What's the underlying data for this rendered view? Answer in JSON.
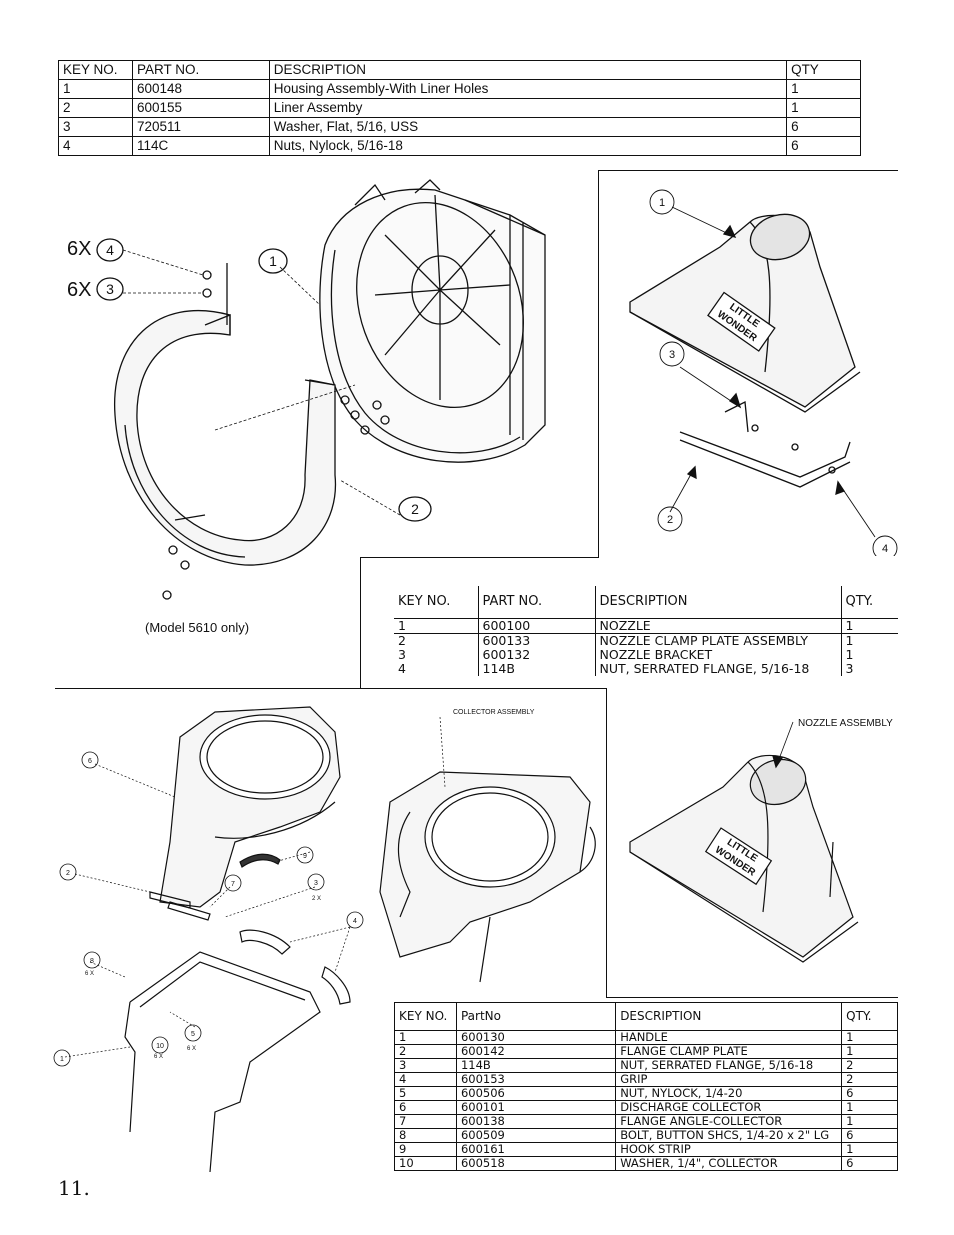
{
  "table_top": {
    "headers": [
      "KEY NO.",
      "PART NO.",
      "DESCRIPTION",
      "QTY"
    ],
    "rows": [
      [
        "1",
        "600148",
        "Housing Assembly-With Liner Holes",
        "1"
      ],
      [
        "2",
        "600155",
        "Liner Assemby",
        "1"
      ],
      [
        "3",
        "720511",
        "Washer, Flat, 5/16, USS",
        "6"
      ],
      [
        "4",
        "114C",
        "Nuts, Nylock, 5/16-18",
        "6"
      ]
    ]
  },
  "housing_diagram": {
    "callout_1": "1",
    "callout_2": "2",
    "callout_3": "3",
    "callout_4": "4",
    "qty_3": "6X",
    "qty_4": "6X",
    "model_note": "(Model 5610 only)"
  },
  "nozzle_diagram": {
    "callout_1": "1",
    "callout_2": "2",
    "callout_3": "3",
    "callout_4": "4",
    "logo_line1": "LITTLE",
    "logo_line2": "WONDER"
  },
  "table_nozzle": {
    "headers": [
      "KEY NO.",
      "PART NO.",
      "DESCRIPTION",
      "QTY."
    ],
    "rows": [
      [
        "1",
        "600100",
        "NOZZLE",
        "1"
      ],
      [
        "2",
        "600133",
        "NOZZLE CLAMP PLATE ASSEMBLY",
        "1"
      ],
      [
        "3",
        "600132",
        "NOZZLE BRACKET",
        "1"
      ],
      [
        "4",
        "114B",
        "NUT, SERRATED FLANGE, 5/16-18",
        "3"
      ]
    ]
  },
  "collector_diagram": {
    "collector_label": "COLLECTOR ASSEMBLY",
    "nozzle_label": "NOZZLE ASSEMBLY",
    "callouts": [
      "1",
      "2",
      "3",
      "4",
      "5",
      "6",
      "7",
      "8",
      "9",
      "10"
    ],
    "qty_3": "2 X",
    "qty_5": "6 X",
    "qty_8": "6 X",
    "qty_10": "6 X"
  },
  "table_collector": {
    "headers": [
      "KEY NO.",
      "PartNo",
      "DESCRIPTION",
      "QTY."
    ],
    "rows": [
      [
        "1",
        "600130",
        "HANDLE",
        "1"
      ],
      [
        "2",
        "600142",
        "FLANGE CLAMP PLATE",
        "1"
      ],
      [
        "3",
        "114B",
        "NUT, SERRATED FLANGE, 5/16-18",
        "2"
      ],
      [
        "4",
        "600153",
        "GRIP",
        "2"
      ],
      [
        "5",
        "600506",
        "NUT, NYLOCK, 1/4-20",
        "6"
      ],
      [
        "6",
        "600101",
        "DISCHARGE COLLECTOR",
        "1"
      ],
      [
        "7",
        "600138",
        "FLANGE ANGLE-COLLECTOR",
        "1"
      ],
      [
        "8",
        "600509",
        "BOLT, BUTTON SHCS, 1/4-20 x 2\" LG",
        "6"
      ],
      [
        "9",
        "600161",
        "HOOK STRIP",
        "1"
      ],
      [
        "10",
        "600518",
        "WASHER, 1/4\", COLLECTOR",
        "6"
      ]
    ]
  },
  "page_number": "11."
}
